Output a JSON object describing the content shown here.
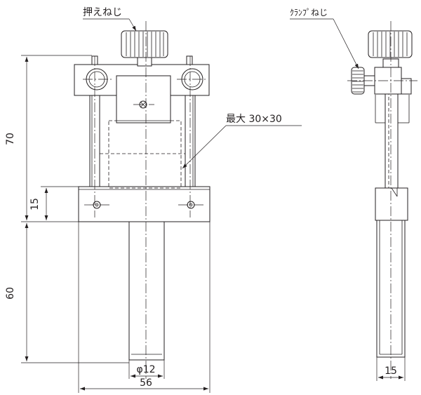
{
  "labels": {
    "push_screw": "押えねじ",
    "clamp_screw": "ｸﾗﾝﾌﾟねじ",
    "max_size": "最大 30×30",
    "dim_total_height": "70",
    "dim_block": "15",
    "dim_post": "60",
    "dim_post_diameter": "φ12",
    "dim_width": "56",
    "dim_side_width": "15"
  },
  "colors": {
    "ink": "#231f20",
    "background": "#ffffff"
  }
}
